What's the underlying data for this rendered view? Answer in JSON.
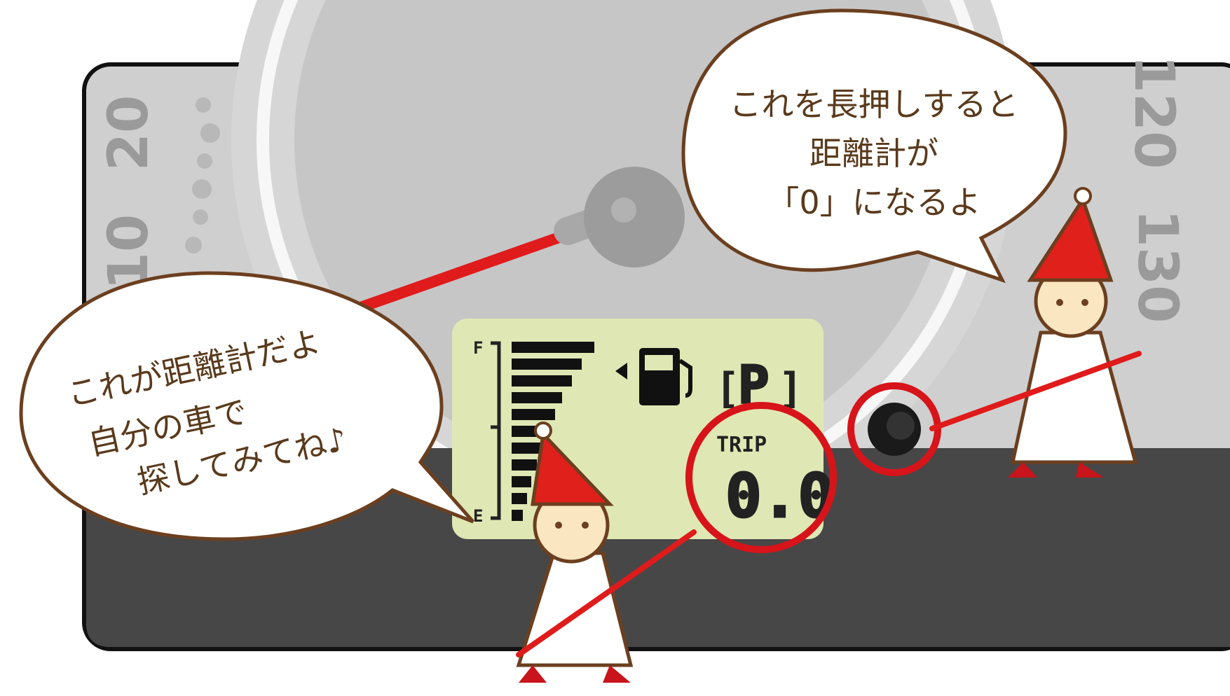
{
  "speedometer": {
    "scale_left_upper": "20",
    "scale_left_lower": "10",
    "scale_right_upper": "120",
    "scale_right_middle": "130"
  },
  "lcd": {
    "fuel_full_label": "F",
    "fuel_empty_label": "E",
    "gear_indicator": "P",
    "trip_label": "TRIP",
    "trip_value": "0.0",
    "fuel_level_fraction": 1.0
  },
  "speech_bubbles": {
    "left": {
      "lines": [
        "これが距離計だよ",
        "自分の車で",
        "探してみてね♪"
      ]
    },
    "right": {
      "lines": [
        "これを長押しすると",
        "距離計が",
        "「0」になるよ"
      ]
    }
  },
  "colors": {
    "needle": "#e01b1b",
    "highlight_circle": "#d7141a",
    "lcd_background": "#dfe8b4",
    "panel_gray": "#c8c8c8",
    "panel_dark": "#4a4a4a",
    "bubble_outline": "#6b3f1f",
    "character_hat": "#e0201b"
  },
  "icons": [
    "fuel-pump-icon",
    "reset-knob-icon"
  ]
}
